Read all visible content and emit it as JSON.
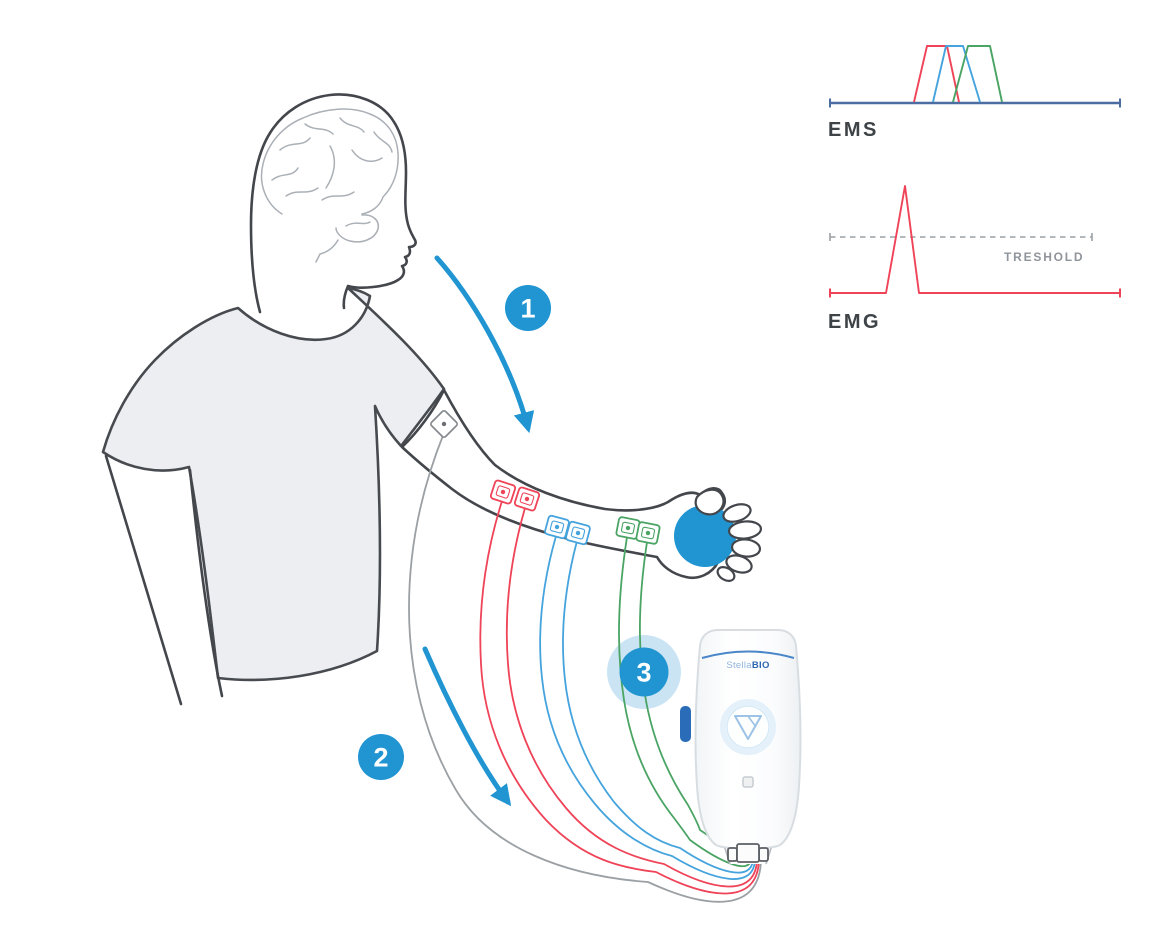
{
  "steps": [
    {
      "number": "1"
    },
    {
      "number": "2"
    },
    {
      "number": "3"
    }
  ],
  "device": {
    "brand_light": "Stella",
    "brand_bold": "BIO"
  },
  "charts": {
    "ems_label": "EMS",
    "emg_label": "EMG",
    "threshold_label": "TRESHOLD"
  },
  "colors": {
    "accent_blue": "#2095d2",
    "halo_blue": "#cbe4f4",
    "signal_red": "#ef4358",
    "signal_green": "#4aa464",
    "signal_sky": "#45a3dd",
    "ems_baseline_steel": "#4b6da2",
    "wire_gray": "#9aa0a4",
    "outline_dark": "#43474c",
    "shirt_fill": "#eceef1",
    "device_brand_blue": "#2d66b0",
    "threshold_gray": "#8f959b"
  },
  "chart_data": [
    {
      "type": "line",
      "title": "EMS",
      "description": "Three overlapping trapezoidal electrical stimulation pulses on a shared timeline",
      "x_range": [
        0,
        1
      ],
      "y_range": [
        0,
        1
      ],
      "grid": false,
      "series": [
        {
          "name": "pulse-red",
          "color": "#ef4358",
          "x": [
            0.29,
            0.335,
            0.4,
            0.445
          ],
          "y": [
            0,
            1,
            1,
            0
          ]
        },
        {
          "name": "pulse-blue",
          "color": "#45a3dd",
          "x": [
            0.355,
            0.4,
            0.46,
            0.52
          ],
          "y": [
            0,
            1,
            1,
            0
          ]
        },
        {
          "name": "pulse-green",
          "color": "#4aa464",
          "x": [
            0.425,
            0.475,
            0.55,
            0.595
          ],
          "y": [
            0,
            1,
            1,
            0
          ]
        }
      ],
      "baseline_color": "#4b6da2"
    },
    {
      "type": "line",
      "title": "EMG",
      "description": "Resting EMG trace with one sharp spike crossing the threshold level",
      "x_range": [
        0,
        1
      ],
      "y_range": [
        0,
        1
      ],
      "grid": false,
      "series": [
        {
          "name": "emg-trace",
          "color": "#ef4358",
          "x": [
            0,
            0.19,
            0.26,
            0.31,
            1
          ],
          "y": [
            0,
            0,
            1,
            0,
            0
          ]
        }
      ],
      "threshold": {
        "label": "TRESHOLD",
        "level": 0.52,
        "color": "#9aa0a5",
        "style": "dashed"
      }
    }
  ]
}
